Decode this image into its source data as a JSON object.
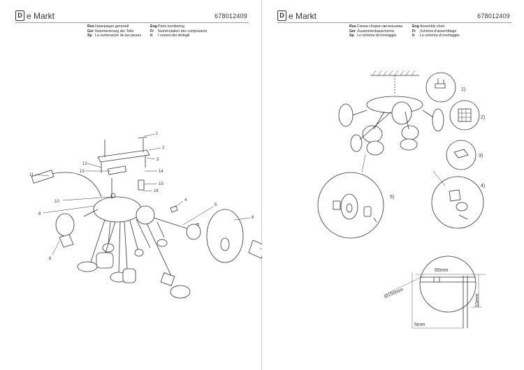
{
  "brand": {
    "logo_mark": "D",
    "logo_text": "e Markt"
  },
  "left_sheet": {
    "code": "678012409",
    "legend": [
      {
        "k1": "Rus",
        "v1": "Нумерация деталей",
        "k2": "Eng",
        "v2": "Parts numbering"
      },
      {
        "k1": "Ger",
        "v1": "Nummerierung der Teile",
        "k2": "Fr",
        "v2": "Numérotation des composants"
      },
      {
        "k1": "Sp",
        "v1": "La numeración de las piezas",
        "k2": "It",
        "v2": "I numeri dei dettagli"
      }
    ],
    "part_numbers": [
      "1",
      "2",
      "3",
      "4",
      "5",
      "6",
      "7",
      "8",
      "9",
      "10",
      "11",
      "12",
      "13",
      "14",
      "15",
      "16"
    ]
  },
  "right_sheet": {
    "code": "678012409",
    "legend": [
      {
        "k1": "Rus",
        "v1": "Схема сборки светильника",
        "k2": "Eng",
        "v2": "Assembly chart"
      },
      {
        "k1": "Ger",
        "v1": "Zusammenbauschema",
        "k2": "Fr",
        "v2": "Schéma d'assemblage"
      },
      {
        "k1": "Sp",
        "v1": "Lo schema di montaggio",
        "k2": "It",
        "v2": "Lo schema di montaggio"
      }
    ],
    "steps": [
      "1)",
      "2)",
      "3)",
      "4)",
      "5)"
    ],
    "dimensions": {
      "width": "65mm",
      "height": "10mm",
      "diameter": "Ø150mm",
      "offset": "5mm"
    }
  },
  "colors": {
    "line": "#333333",
    "fill": "#ffffff",
    "divider": "#cfcfcf"
  }
}
